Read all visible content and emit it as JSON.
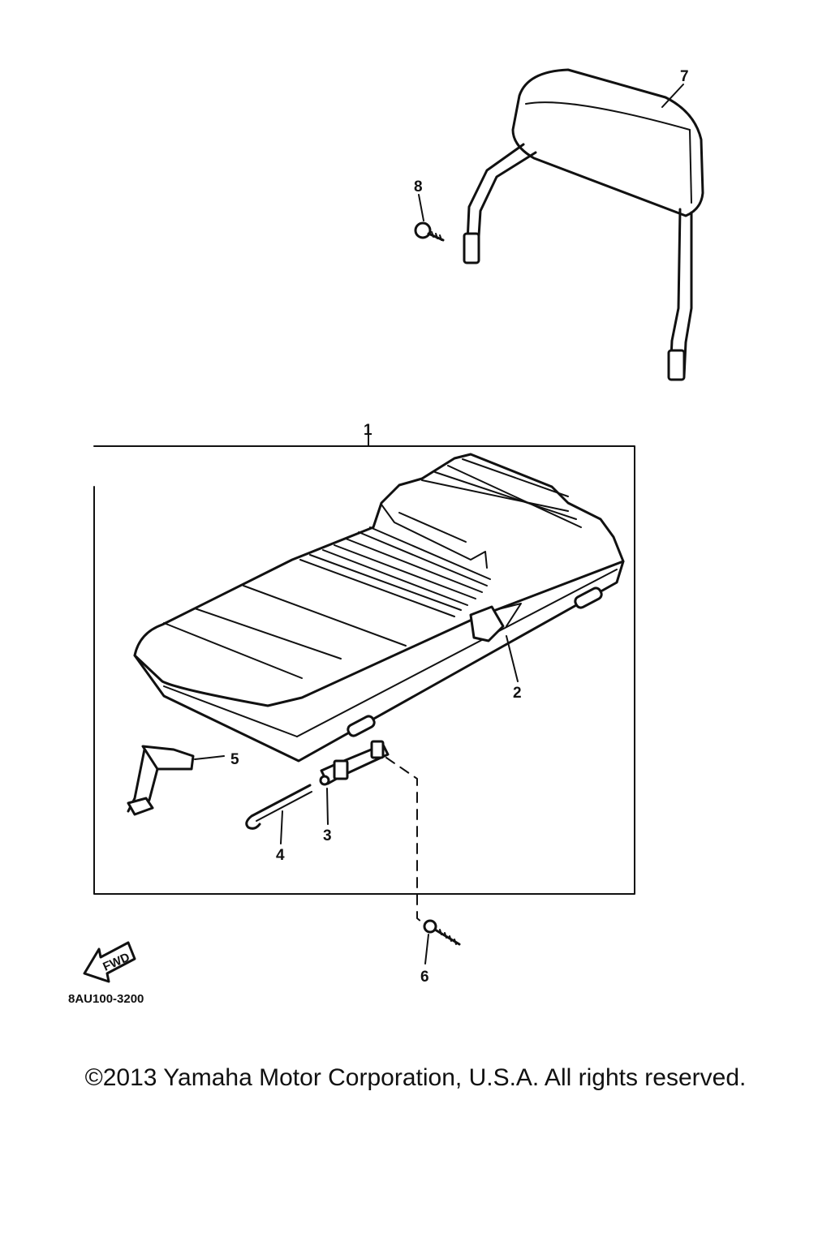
{
  "callouts": {
    "c1": "1",
    "c2": "2",
    "c3": "3",
    "c4": "4",
    "c5": "5",
    "c6": "6",
    "c7": "7",
    "c8": "8"
  },
  "fwd_label": "FWD",
  "drawing_code": "8AU100-3200",
  "copyright": "©2013 Yamaha Motor Corporation, U.S.A. All rights reserved."
}
